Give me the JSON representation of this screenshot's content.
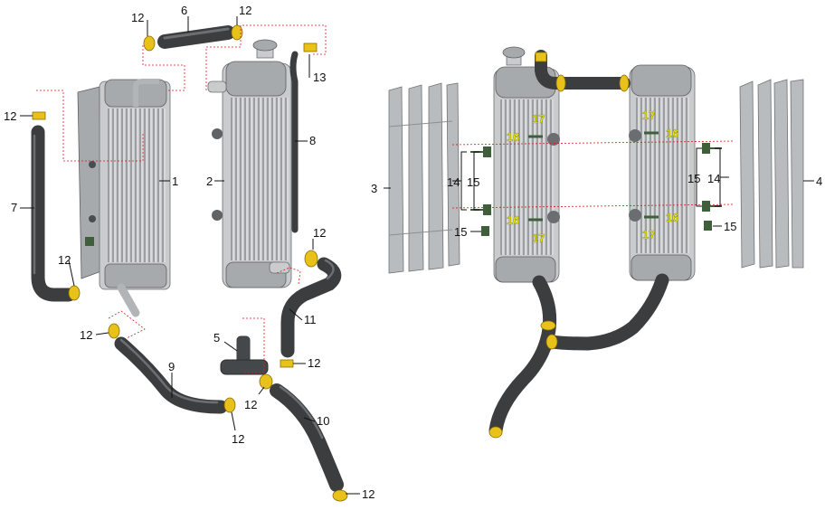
{
  "callouts": {
    "c1": "1",
    "c2": "2",
    "c3": "3",
    "c4": "4",
    "c5": "5",
    "c6": "6",
    "c7": "7",
    "c8": "8",
    "c9": "9",
    "c10": "10",
    "c11": "11",
    "c12": "12",
    "c13": "13",
    "c14": "14",
    "c15": "15",
    "c16": "16",
    "c17": "17"
  },
  "colors": {
    "hose": "#3b3d3f",
    "clamp": "#e8c21a",
    "leader": "#111111",
    "dashed_guide": "#d71920",
    "yellow_label": "#e6e600"
  }
}
